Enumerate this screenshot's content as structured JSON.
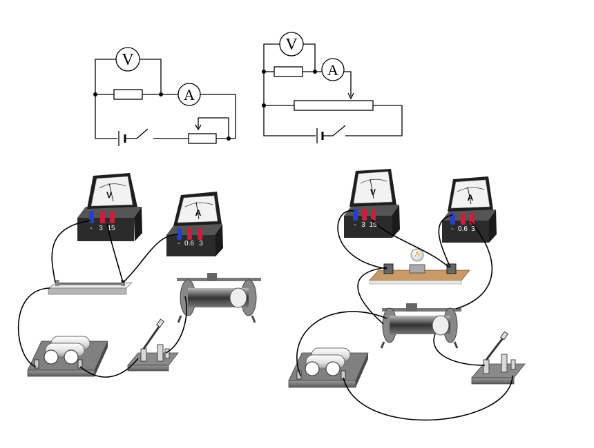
{
  "schematic_left": {
    "voltmeter_symbol": "V",
    "ammeter_symbol": "A"
  },
  "schematic_right": {
    "voltmeter_symbol": "V",
    "ammeter_symbol": "A"
  },
  "apparatus_left": {
    "voltmeter": {
      "face_letter": "V",
      "terminals": [
        "-",
        "3",
        "15"
      ]
    },
    "ammeter": {
      "face_letter": "A",
      "terminals": [
        "-",
        "0.6",
        "3"
      ]
    }
  },
  "apparatus_right": {
    "voltmeter": {
      "face_letter": "V",
      "terminals": [
        "-",
        "3",
        "15"
      ]
    },
    "ammeter": {
      "face_letter": "A",
      "terminals": [
        "-",
        "0.6",
        "3"
      ]
    }
  },
  "colors": {
    "wire": "#000000",
    "meter_body": "#2b2b2b",
    "board": "#c79a66",
    "terminal_blue": "#2a3fc9",
    "terminal_red": "#c8203c"
  }
}
